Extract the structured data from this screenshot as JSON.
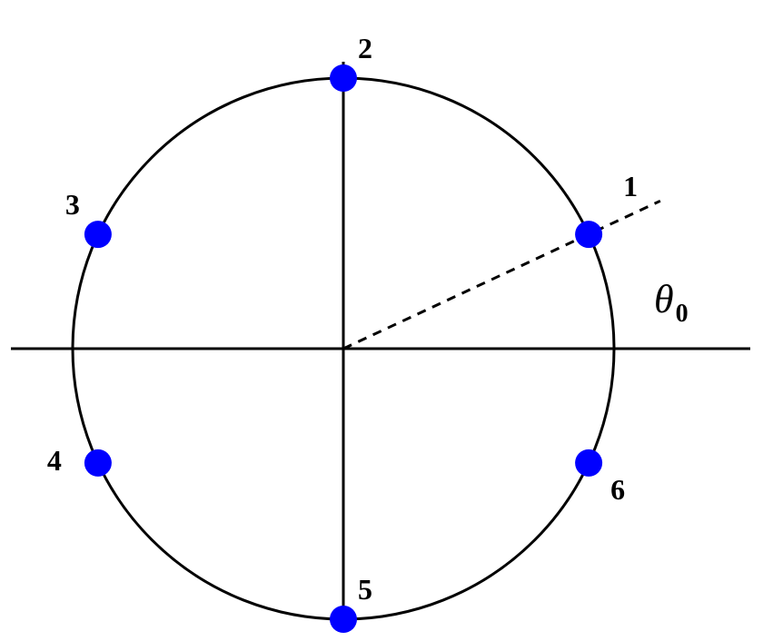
{
  "diagram": {
    "points": [
      {
        "label": "1",
        "angle_deg": 25
      },
      {
        "label": "2",
        "angle_deg": 90
      },
      {
        "label": "3",
        "angle_deg": 155
      },
      {
        "label": "4",
        "angle_deg": 205
      },
      {
        "label": "5",
        "angle_deg": 270
      },
      {
        "label": "6",
        "angle_deg": 335
      }
    ],
    "angle_label": {
      "symbol": "θ",
      "subscript": "0"
    },
    "colors": {
      "point_fill": "#0000ff",
      "line": "#000000",
      "background": "#ffffff"
    }
  }
}
